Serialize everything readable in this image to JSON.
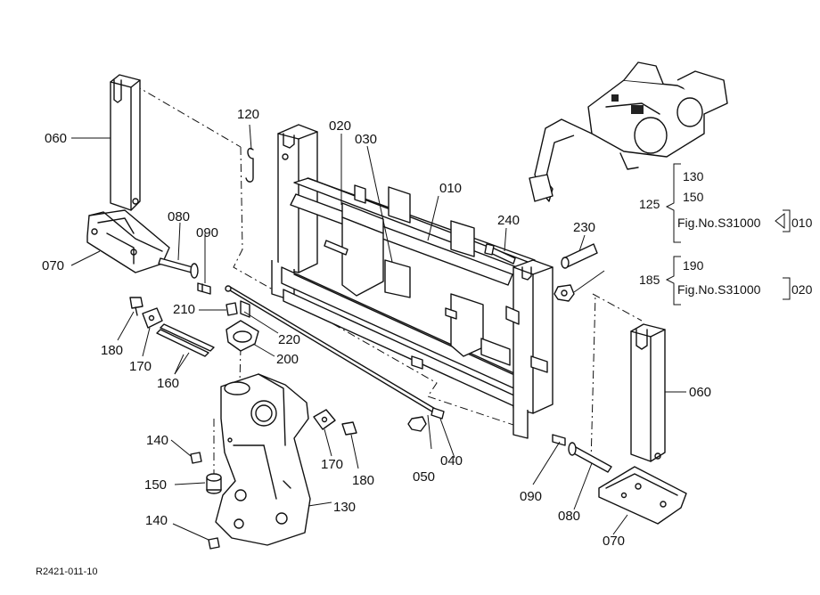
{
  "drawing": {
    "code": "R2421-011-10",
    "parts": [
      {
        "id": "p010",
        "no": "010"
      },
      {
        "id": "p020",
        "no": "020"
      },
      {
        "id": "p030",
        "no": "030"
      },
      {
        "id": "p040",
        "no": "040"
      },
      {
        "id": "p050",
        "no": "050"
      },
      {
        "id": "p060a",
        "no": "060"
      },
      {
        "id": "p060b",
        "no": "060"
      },
      {
        "id": "p070a",
        "no": "070"
      },
      {
        "id": "p070b",
        "no": "070"
      },
      {
        "id": "p080a",
        "no": "080"
      },
      {
        "id": "p080b",
        "no": "080"
      },
      {
        "id": "p090a",
        "no": "090"
      },
      {
        "id": "p090b",
        "no": "090"
      },
      {
        "id": "p120",
        "no": "120"
      },
      {
        "id": "p130",
        "no": "130"
      },
      {
        "id": "p140a",
        "no": "140"
      },
      {
        "id": "p140b",
        "no": "140"
      },
      {
        "id": "p150",
        "no": "150"
      },
      {
        "id": "p160",
        "no": "160"
      },
      {
        "id": "p170a",
        "no": "170"
      },
      {
        "id": "p170b",
        "no": "170"
      },
      {
        "id": "p180a",
        "no": "180"
      },
      {
        "id": "p180b",
        "no": "180"
      },
      {
        "id": "p190",
        "no": "190"
      },
      {
        "id": "p200",
        "no": "200"
      },
      {
        "id": "p210",
        "no": "210"
      },
      {
        "id": "p220",
        "no": "220"
      },
      {
        "id": "p230",
        "no": "230"
      },
      {
        "id": "p240",
        "no": "240"
      }
    ],
    "references": [
      {
        "group": "125",
        "items": [
          "130",
          "150"
        ],
        "fig": "Fig.No.S31000",
        "target": "010"
      },
      {
        "group": "185",
        "items": [
          "190"
        ],
        "fig": "Fig.No.S31000",
        "target": "020"
      }
    ]
  }
}
